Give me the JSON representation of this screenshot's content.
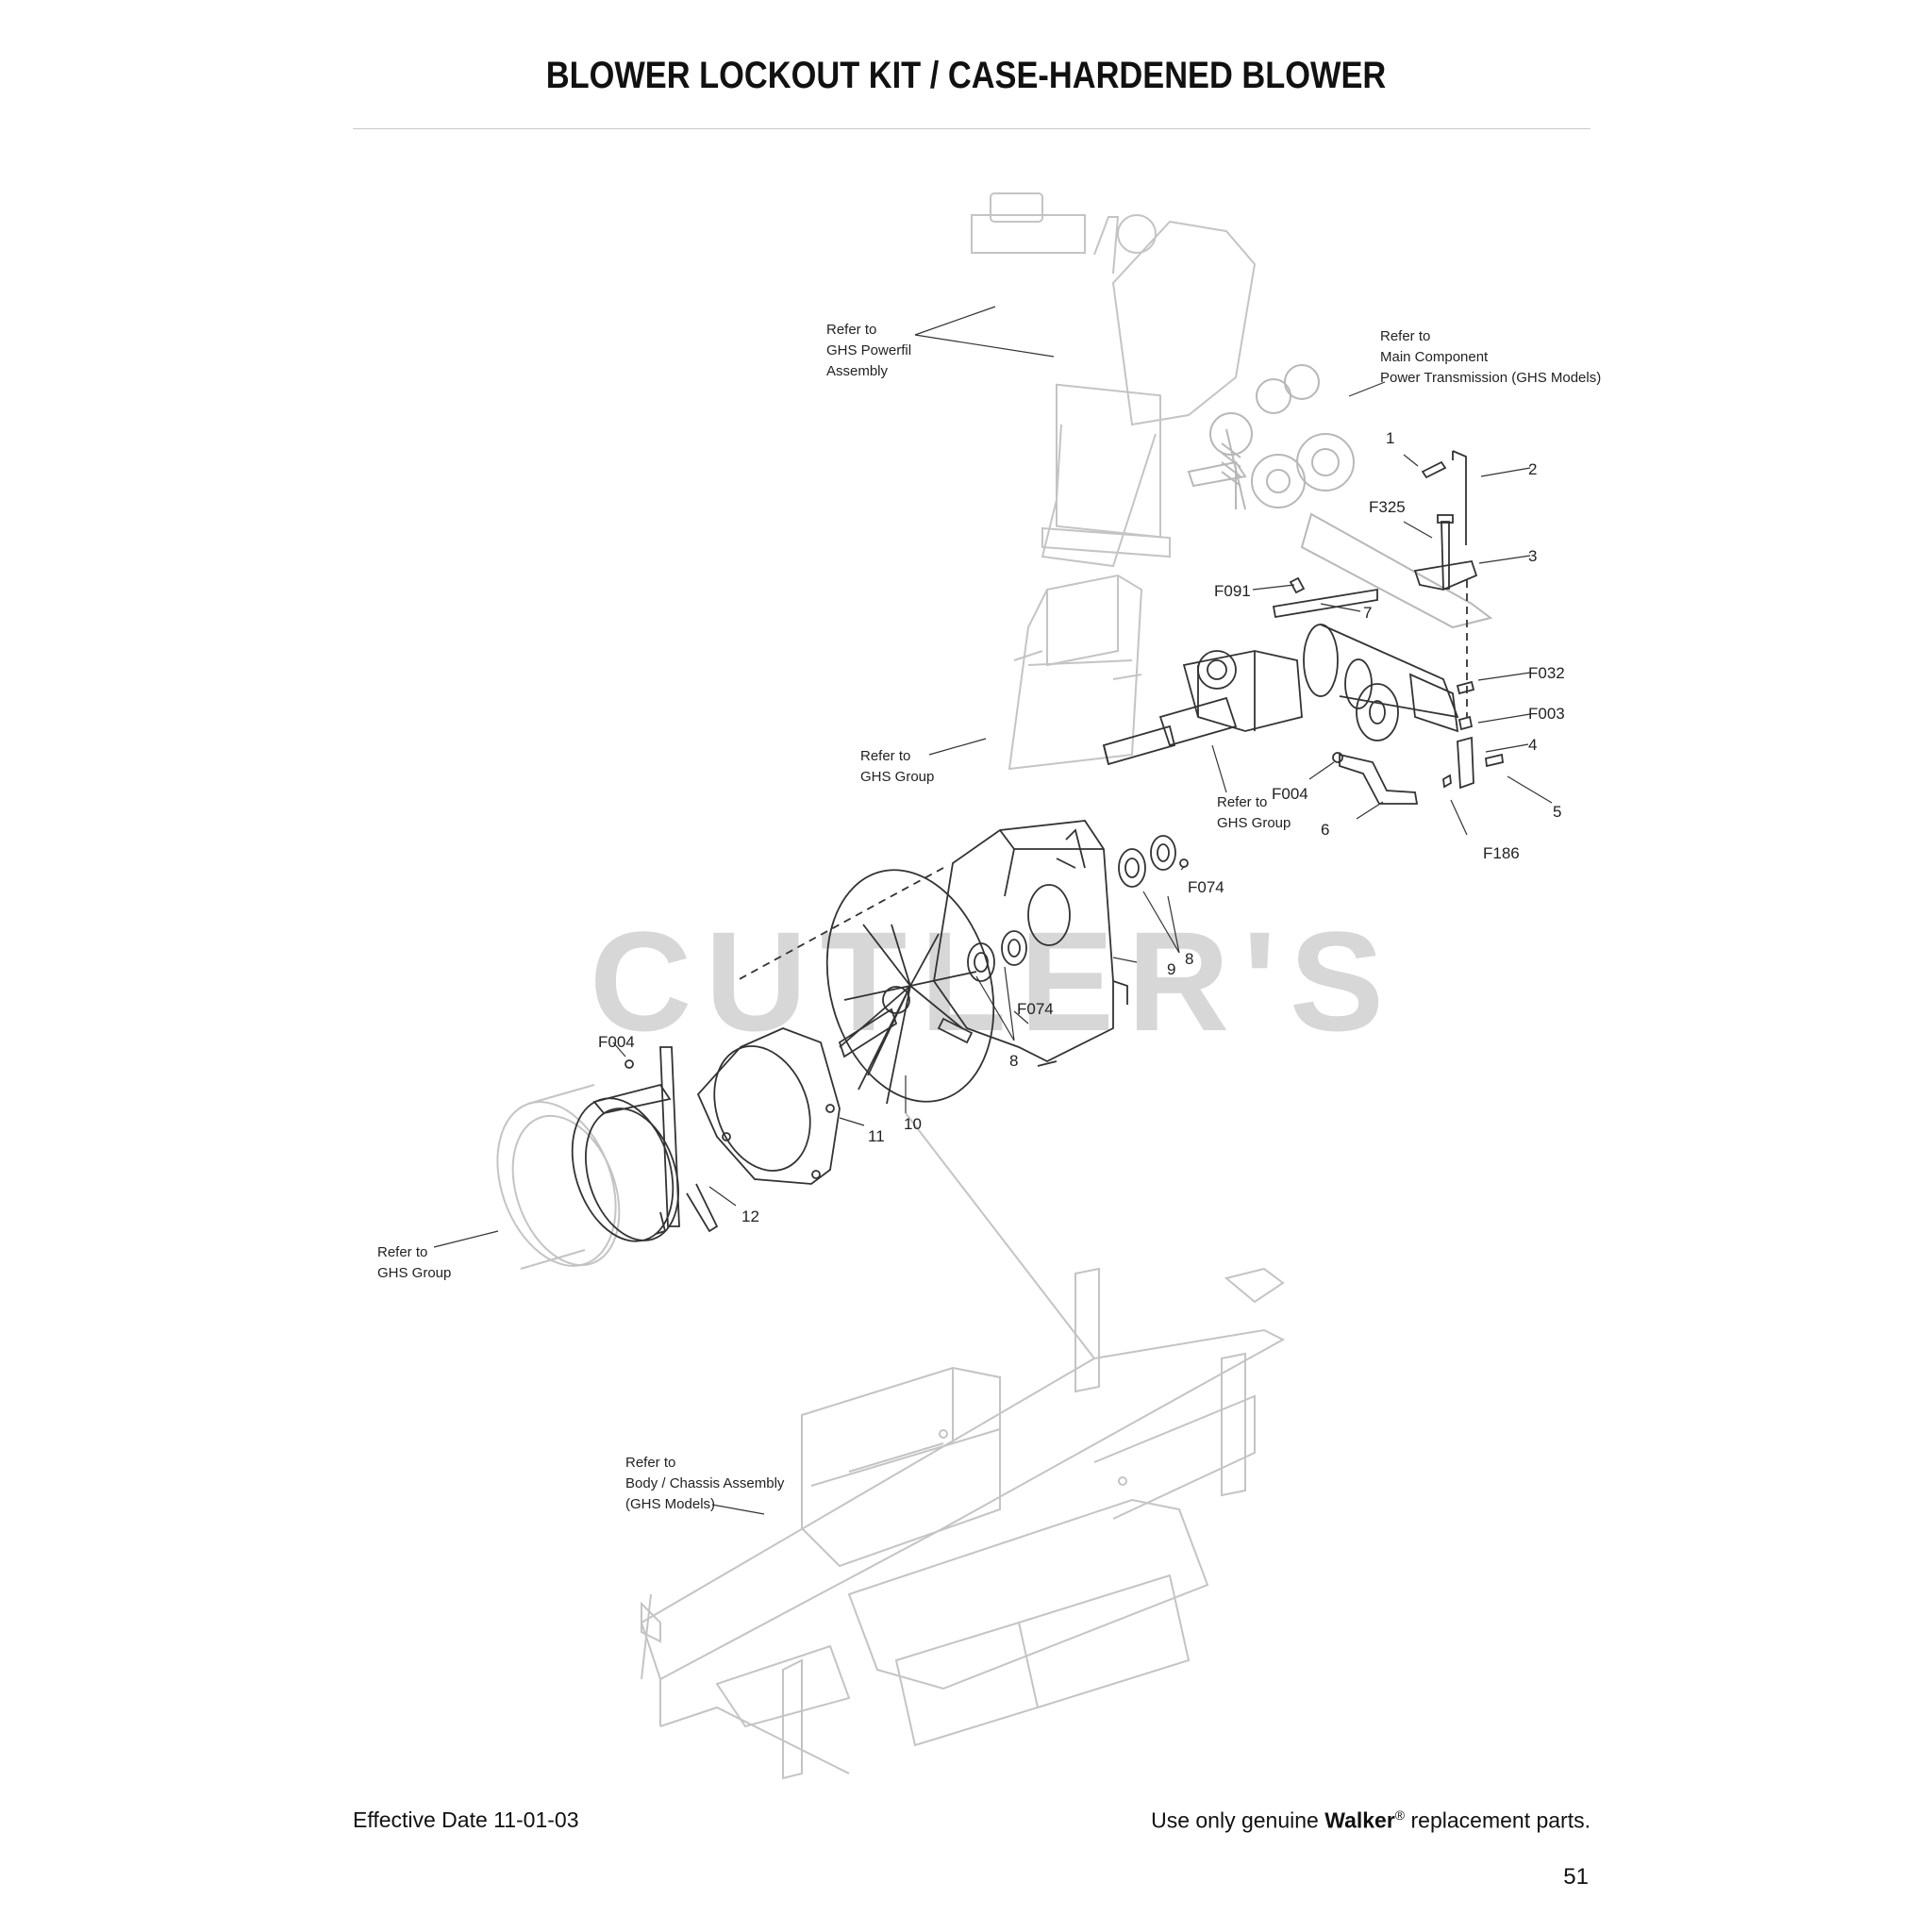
{
  "page": {
    "title": "BLOWER LOCKOUT KIT / CASE-HARDENED BLOWER",
    "watermark": "CUTLER'S",
    "footer": {
      "effective_date": "Effective Date 11-01-03",
      "notice_prefix": "Use only genuine ",
      "brand": "Walker",
      "registered": "®",
      "notice_suffix": " replacement parts.",
      "page_number": "51"
    }
  },
  "references": {
    "powerfil": [
      "Refer to",
      "GHS Powerfil",
      "Assembly"
    ],
    "main_component": [
      "Refer to",
      "Main Component",
      "Power Transmission (GHS Models)"
    ],
    "ghs_group_upper": [
      "Refer to",
      "GHS Group"
    ],
    "ghs_group_gearbox": [
      "Refer to",
      "GHS Group"
    ],
    "ghs_group_ring": [
      "Refer to",
      "GHS Group"
    ],
    "body_chassis": [
      "Refer to",
      "Body / Chassis Assembly",
      "(GHS Models)"
    ]
  },
  "callouts": {
    "c1": "1",
    "c2": "2",
    "c3": "3",
    "c4": "4",
    "c5": "5",
    "c6": "6",
    "c7": "7",
    "c8a": "8",
    "c8b": "8",
    "c9": "9",
    "c10": "10",
    "c11": "11",
    "c12": "12",
    "F325": "F325",
    "F091": "F091",
    "F032": "F032",
    "F003": "F003",
    "F004a": "F004",
    "F004b": "F004",
    "F186": "F186",
    "F074a": "F074",
    "F074b": "F074"
  },
  "colors": {
    "line": "#333333",
    "ghost": "#c4c4c4",
    "watermark": "#d7d7d7"
  }
}
